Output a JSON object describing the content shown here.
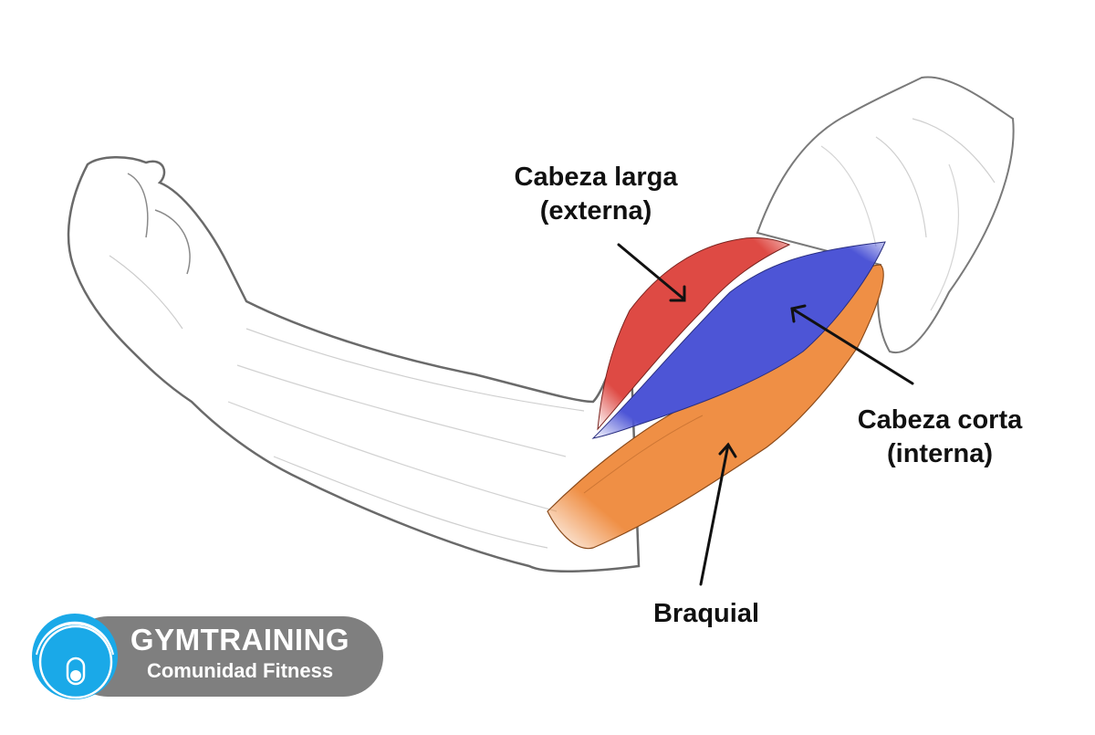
{
  "diagram": {
    "subject": "Flexed right arm with biceps and brachialis muscles highlighted",
    "labels": [
      {
        "id": "long-head",
        "line1": "Cabeza larga",
        "line2": "(externa)",
        "color": "#de4a44"
      },
      {
        "id": "short-head",
        "line1": "Cabeza corta",
        "line2": "(interna)",
        "color": "#4d55d6"
      },
      {
        "id": "brachialis",
        "line1": "Braquial",
        "color": "#ef8f45"
      }
    ],
    "colors": {
      "long_head": "#de4a44",
      "short_head": "#4d55d6",
      "brachialis": "#ef8f45",
      "outline": "#6a6a6a",
      "sketch": "#bdbdbd",
      "arrow": "#111111"
    }
  },
  "brand": {
    "name": "GYMTRAINING",
    "tagline": "Comunidad Fitness",
    "logo_icon": "weight-plate-icon",
    "pill_color": "#7f7f7f",
    "logo_color": "#1aa9e8"
  }
}
